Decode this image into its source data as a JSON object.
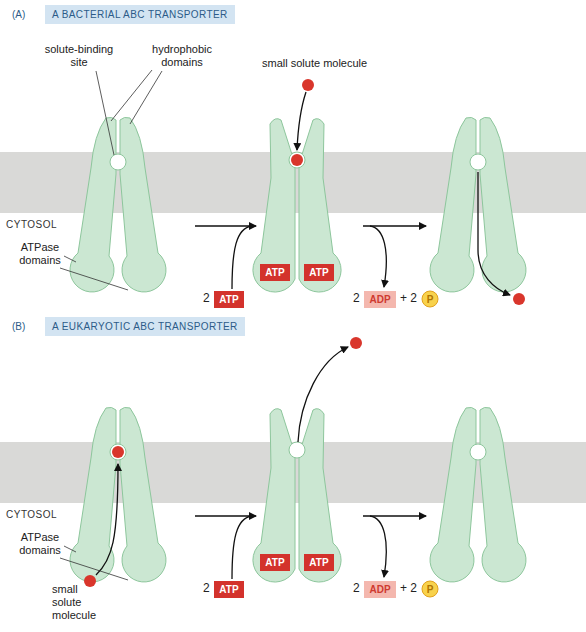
{
  "diagram": {
    "nodes": [
      {
        "text": [
          "A BACTERIAL ABC TRANSPORTER"
        ]
      },
      {
        "text": [
          "ATP"
        ]
      },
      {
        "text": [
          "ATP"
        ]
      },
      {
        "text": [
          "ATP"
        ]
      },
      {
        "text": [
          "ADP"
        ]
      },
      {
        "text": [
          "P"
        ]
      },
      {
        "text": [
          "A EUKARYOTIC ABC TRANSPORTER"
        ]
      },
      {
        "text": [
          "ATP"
        ]
      },
      {
        "text": [
          "ATP"
        ]
      },
      {
        "text": [
          "ATP"
        ]
      },
      {
        "text": [
          "ADP"
        ]
      },
      {
        "text": [
          "P"
        ]
      }
    ],
    "labels": [
      "(A)",
      "small solute molecule",
      "solute-binding site",
      "hydrophobic domains",
      "CYTOSOL",
      "ATPase domains",
      "2",
      "2",
      "+ 2",
      "(B)",
      "CYTOSOL",
      "ATPase domains",
      "small solute molecule",
      "2",
      "2",
      "+ 2"
    ]
  }
}
